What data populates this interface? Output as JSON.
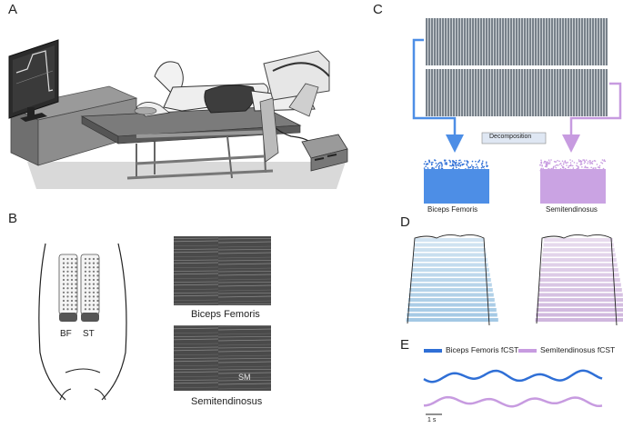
{
  "panels": {
    "a": "A",
    "b": "B",
    "c": "C",
    "d": "D",
    "e": "E"
  },
  "panel_b": {
    "grid_labels": [
      "BF",
      "ST"
    ],
    "us_labels": [
      "Biceps Femoris",
      "Semitendinosus"
    ],
    "sm_label": "SM"
  },
  "panel_c": {
    "decomposition_label": "Decomposition",
    "outputs": [
      "Biceps Femoris",
      "Semitendinosus"
    ]
  },
  "panel_e": {
    "legend": [
      "Biceps Femoris fCST",
      "Semitendinosus fCST"
    ],
    "scale_label": "1 s"
  },
  "colors": {
    "bf_blue": "#2f6fd6",
    "st_purple": "#c79be0",
    "emg_gray": "#3f4a55",
    "d_blue": "#9cc4e2",
    "d_purple": "#cbb0da"
  }
}
